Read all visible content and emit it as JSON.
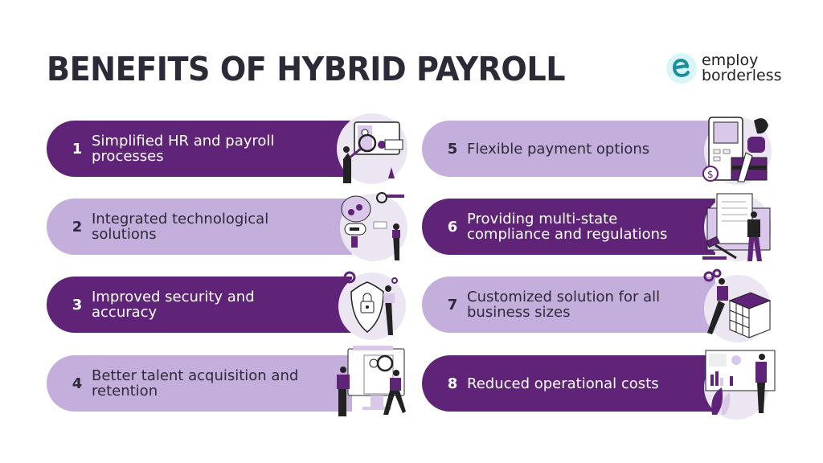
{
  "title": "BENEFITS OF HYBRID PAYROLL",
  "logo": {
    "line1": "employ",
    "line2": "borderless",
    "icon": "e-logo-icon",
    "accent": "#1b8fa0"
  },
  "colors": {
    "dark_pill": "#5f2478",
    "light_pill": "#c4aedc",
    "title": "#2b2a36"
  },
  "benefits": [
    {
      "number": "1",
      "line1": "Simplified HR and payroll",
      "line2": "processes",
      "style": "dark",
      "illustration": "magnifier-dashboard-illustration"
    },
    {
      "number": "2",
      "line1": "Integrated technological",
      "line2": "solutions",
      "style": "light",
      "illustration": "robot-brain-globe-illustration"
    },
    {
      "number": "3",
      "line1": "Improved security and",
      "line2": "accuracy",
      "style": "dark",
      "illustration": "shield-lock-illustration"
    },
    {
      "number": "4",
      "line1": "Better talent acquisition and",
      "line2": "retention",
      "style": "light",
      "illustration": "candidate-search-illustration"
    },
    {
      "number": "5",
      "line1": "Flexible payment options",
      "line2": "",
      "style": "light",
      "illustration": "payment-terminal-illustration"
    },
    {
      "number": "6",
      "line1": "Providing multi-state",
      "line2": "compliance and regulations",
      "style": "dark",
      "illustration": "legal-document-gavel-illustration"
    },
    {
      "number": "7",
      "line1": "Customized solution for all",
      "line2": "business sizes",
      "style": "light",
      "illustration": "cube-building-illustration"
    },
    {
      "number": "8",
      "line1": "Reduced operational costs",
      "line2": "",
      "style": "dark",
      "illustration": "analytics-dashboard-illustration"
    }
  ]
}
